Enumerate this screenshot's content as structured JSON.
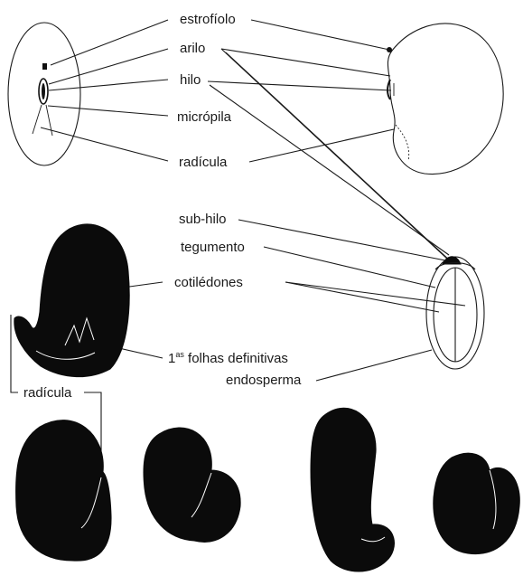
{
  "labels": {
    "estrofiolo": "estrofíolo",
    "arilo": "arilo",
    "hilo": "hilo",
    "micropila": "micrópila",
    "radicula_top": "radícula",
    "sub_hilo": "sub-hilo",
    "tegumento": "tegumento",
    "cotiledones": "cotilédones",
    "folhas_prefix": "1",
    "folhas_superscript": "as",
    "folhas_rest": " folhas definitivas",
    "endosperma": "endosperma",
    "radicula_bottom": "radícula"
  }
}
